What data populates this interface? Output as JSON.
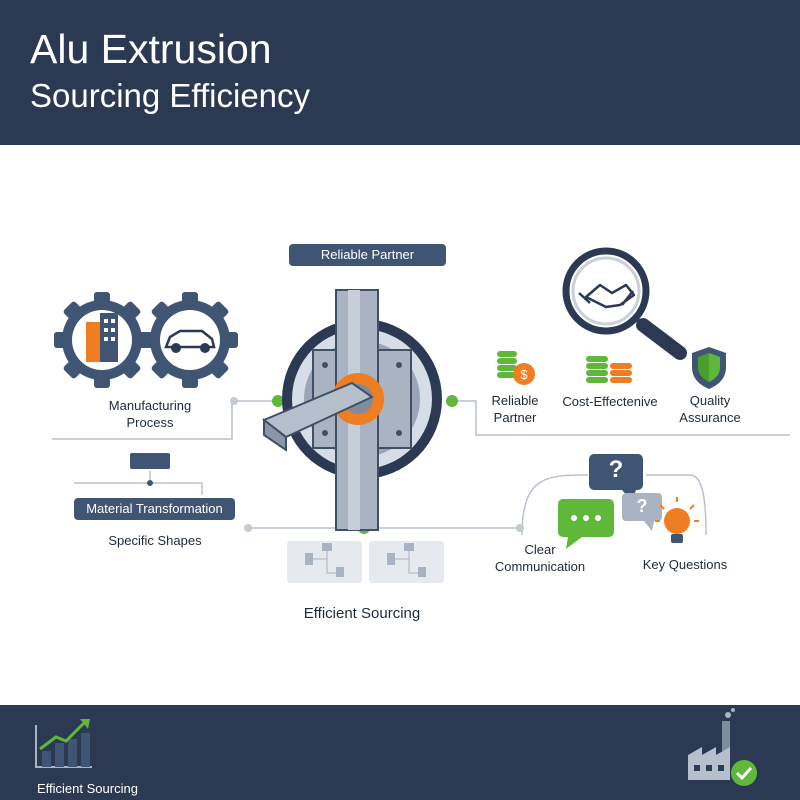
{
  "header": {
    "title_line1": "Alu Extrusion",
    "title_line2": "Sourcing Efficiency"
  },
  "center": {
    "top_badge": "Reliable Partner",
    "bottom_label": "Efficient Sourcing"
  },
  "left": {
    "manufacturing_line1": "Manufacturing",
    "manufacturing_line2": "Process",
    "material_badge": "Material Transformation",
    "specific_shapes": "Specific Shapes"
  },
  "right": {
    "reliable_line1": "Reliable",
    "reliable_line2": "Partner",
    "cost_effective": "Cost-Effectenive",
    "quality_line1": "Quality",
    "quality_line2": "Assurance",
    "clear_line1": "Clear",
    "clear_line2": "Communication",
    "key_questions": "Key Questions",
    "question_mark": "?"
  },
  "footer": {
    "label": "Efficient Sourcing"
  },
  "colors": {
    "navy": "#2b3a52",
    "badge": "#3f5573",
    "green": "#5fb83a",
    "orange": "#ef7d22",
    "steel": "#a9b3c2"
  }
}
